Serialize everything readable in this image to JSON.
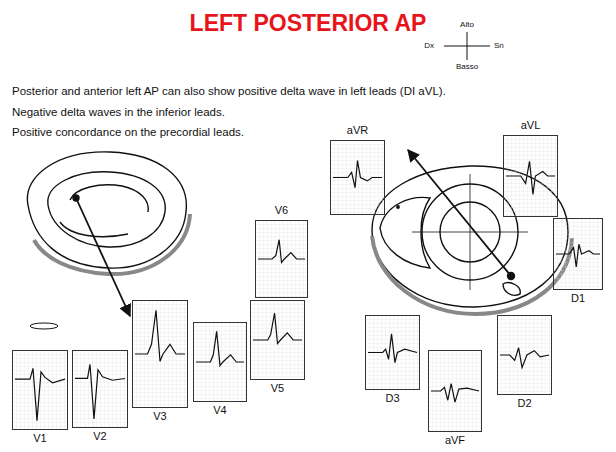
{
  "diagram": {
    "title": "LEFT POSTERIOR AP",
    "nodes": [
      {
        "text": [
          "aVR"
        ]
      },
      {
        "text": [
          "aVL"
        ]
      },
      {
        "text": [
          "V6"
        ]
      },
      {
        "text": [
          "D1"
        ]
      },
      {
        "text": [
          "V3"
        ]
      },
      {
        "text": [
          "V5"
        ]
      },
      {
        "text": [
          "D3"
        ]
      },
      {
        "text": [
          "D2"
        ]
      },
      {
        "text": [
          "V4"
        ]
      },
      {
        "text": [
          "V1"
        ]
      },
      {
        "text": [
          "V2"
        ]
      },
      {
        "text": [
          "aVF"
        ]
      }
    ],
    "labels": [
      "Posterior and anterior left AP can also show positive delta wave in left leads (DI aVL).",
      "Negative delta waves in the inferior leads.",
      "Positive concordance on the precordial leads.",
      "Alto",
      "Dx",
      "Sn",
      "Basso"
    ]
  }
}
